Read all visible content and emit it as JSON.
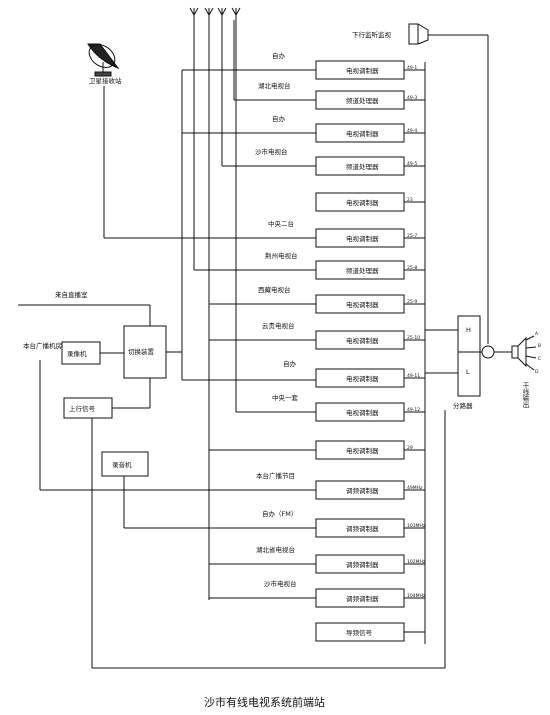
{
  "title": "沙市有线电视系统前端站",
  "satellite_label": "卫星接收站",
  "monitor_label": "下行监听监视",
  "live_label": "来自直播室",
  "studio_label": "本台广播机房",
  "recorder_label": "录像机",
  "switcher_label": "切换装置",
  "uplink_label": "上行信号",
  "tape_label": "录音机",
  "splitter_label": "分路器",
  "splitter_h": "H",
  "splitter_l": "L",
  "trunk_label": "干线输出",
  "trunk_ports": [
    "A",
    "B",
    "C",
    "D"
  ],
  "rows": [
    {
      "source": "自办",
      "box": "电视调制器",
      "ch": "49-1"
    },
    {
      "source": "湖北电视台",
      "box": "频道处理器",
      "ch": "49-3"
    },
    {
      "source": "自办",
      "box": "电视调制器",
      "ch": "49-4"
    },
    {
      "source": "沙市电视台",
      "box": "频道处理器",
      "ch": "49-5"
    },
    {
      "source": "",
      "box": "电视调制器",
      "ch": "23"
    },
    {
      "source": "中央二台",
      "box": "电视调制器",
      "ch": "25-7"
    },
    {
      "source": "荆州电视台",
      "box": "频道处理器",
      "ch": "25-8"
    },
    {
      "source": "西藏电视台",
      "box": "电视调制器",
      "ch": "25-9"
    },
    {
      "source": "云贵电视台",
      "box": "电视调制器",
      "ch": "25-10"
    },
    {
      "source": "自办",
      "box": "电视调制器",
      "ch": "49-11"
    },
    {
      "source": "中央一套",
      "box": "电视调制器",
      "ch": "49-12"
    },
    {
      "source": "",
      "box": "电视调制器",
      "ch": "29"
    },
    {
      "source": "本台广播节目",
      "box": "调频调制器",
      "ch": "49MHz"
    },
    {
      "source": "自办（FM）",
      "box": "调频调制器",
      "ch": "103MHz"
    },
    {
      "source": "湖北省电视台",
      "box": "调频调制器",
      "ch": "102MHz"
    },
    {
      "source": "沙市电视台",
      "box": "调频调制器",
      "ch": "104MHz"
    },
    {
      "source": "",
      "box": "导频信号",
      "ch": ""
    }
  ]
}
